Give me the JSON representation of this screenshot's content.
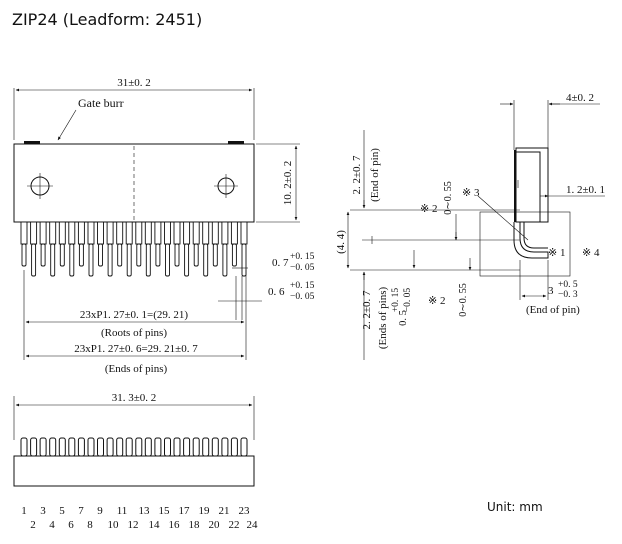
{
  "title": "ZIP24 (Leadform: 2451)",
  "unit": "Unit: mm",
  "top_view": {
    "width_dim": "31±0. 2",
    "gate_burr": "Gate burr",
    "height_dim": "10. 2±0. 2",
    "pin_width_dim": "0. 7",
    "pin_width_tol_plus": "+0. 15",
    "pin_width_tol_minus": "−0. 05",
    "pin_thk_dim": "0. 6",
    "pin_thk_tol_plus": "+0. 15",
    "pin_thk_tol_minus": "−0. 05",
    "roots_pitch": "23xP1. 27±0. 1=(29. 21)",
    "roots_label": "(Roots of pins)",
    "ends_pitch": "23xP1. 27±0. 6=29. 21±0. 7",
    "ends_label": "(Ends of pins)"
  },
  "bottom_view": {
    "width_dim": "31. 3±0. 2",
    "pin_numbers_odd": [
      "1",
      "3",
      "5",
      "7",
      "9",
      "11",
      "13",
      "15",
      "17",
      "19",
      "21",
      "23"
    ],
    "pin_numbers_even": [
      "2",
      "4",
      "6",
      "8",
      "10",
      "12",
      "14",
      "16",
      "18",
      "20",
      "22",
      "24"
    ]
  },
  "side_view": {
    "thickness_dim": "4±0. 2",
    "pin_end_dim": "1. 2±0. 1",
    "upper_dim": "2. 2±0. 7",
    "upper_label": "(End of pin)",
    "offset_dim": "(4. 4)",
    "note2_top": "※ 2",
    "note2_top_range": "0∼0. 55",
    "note3": "※ 3",
    "note1": "※ 1",
    "note4": "※ 4",
    "lower_dim": "2. 2±0. 7",
    "lower_label": "(Ends of pins)",
    "lower_offset_dim": "0. 5",
    "lower_offset_plus": "+0. 15",
    "lower_offset_minus": "−0. 05",
    "note2_bottom": "※ 2",
    "note2_bottom_range": "0∼0. 55",
    "end_dim": "3",
    "end_dim_plus": "+0. 5",
    "end_dim_minus": "−0. 3",
    "end_label": "(End of pin)"
  }
}
